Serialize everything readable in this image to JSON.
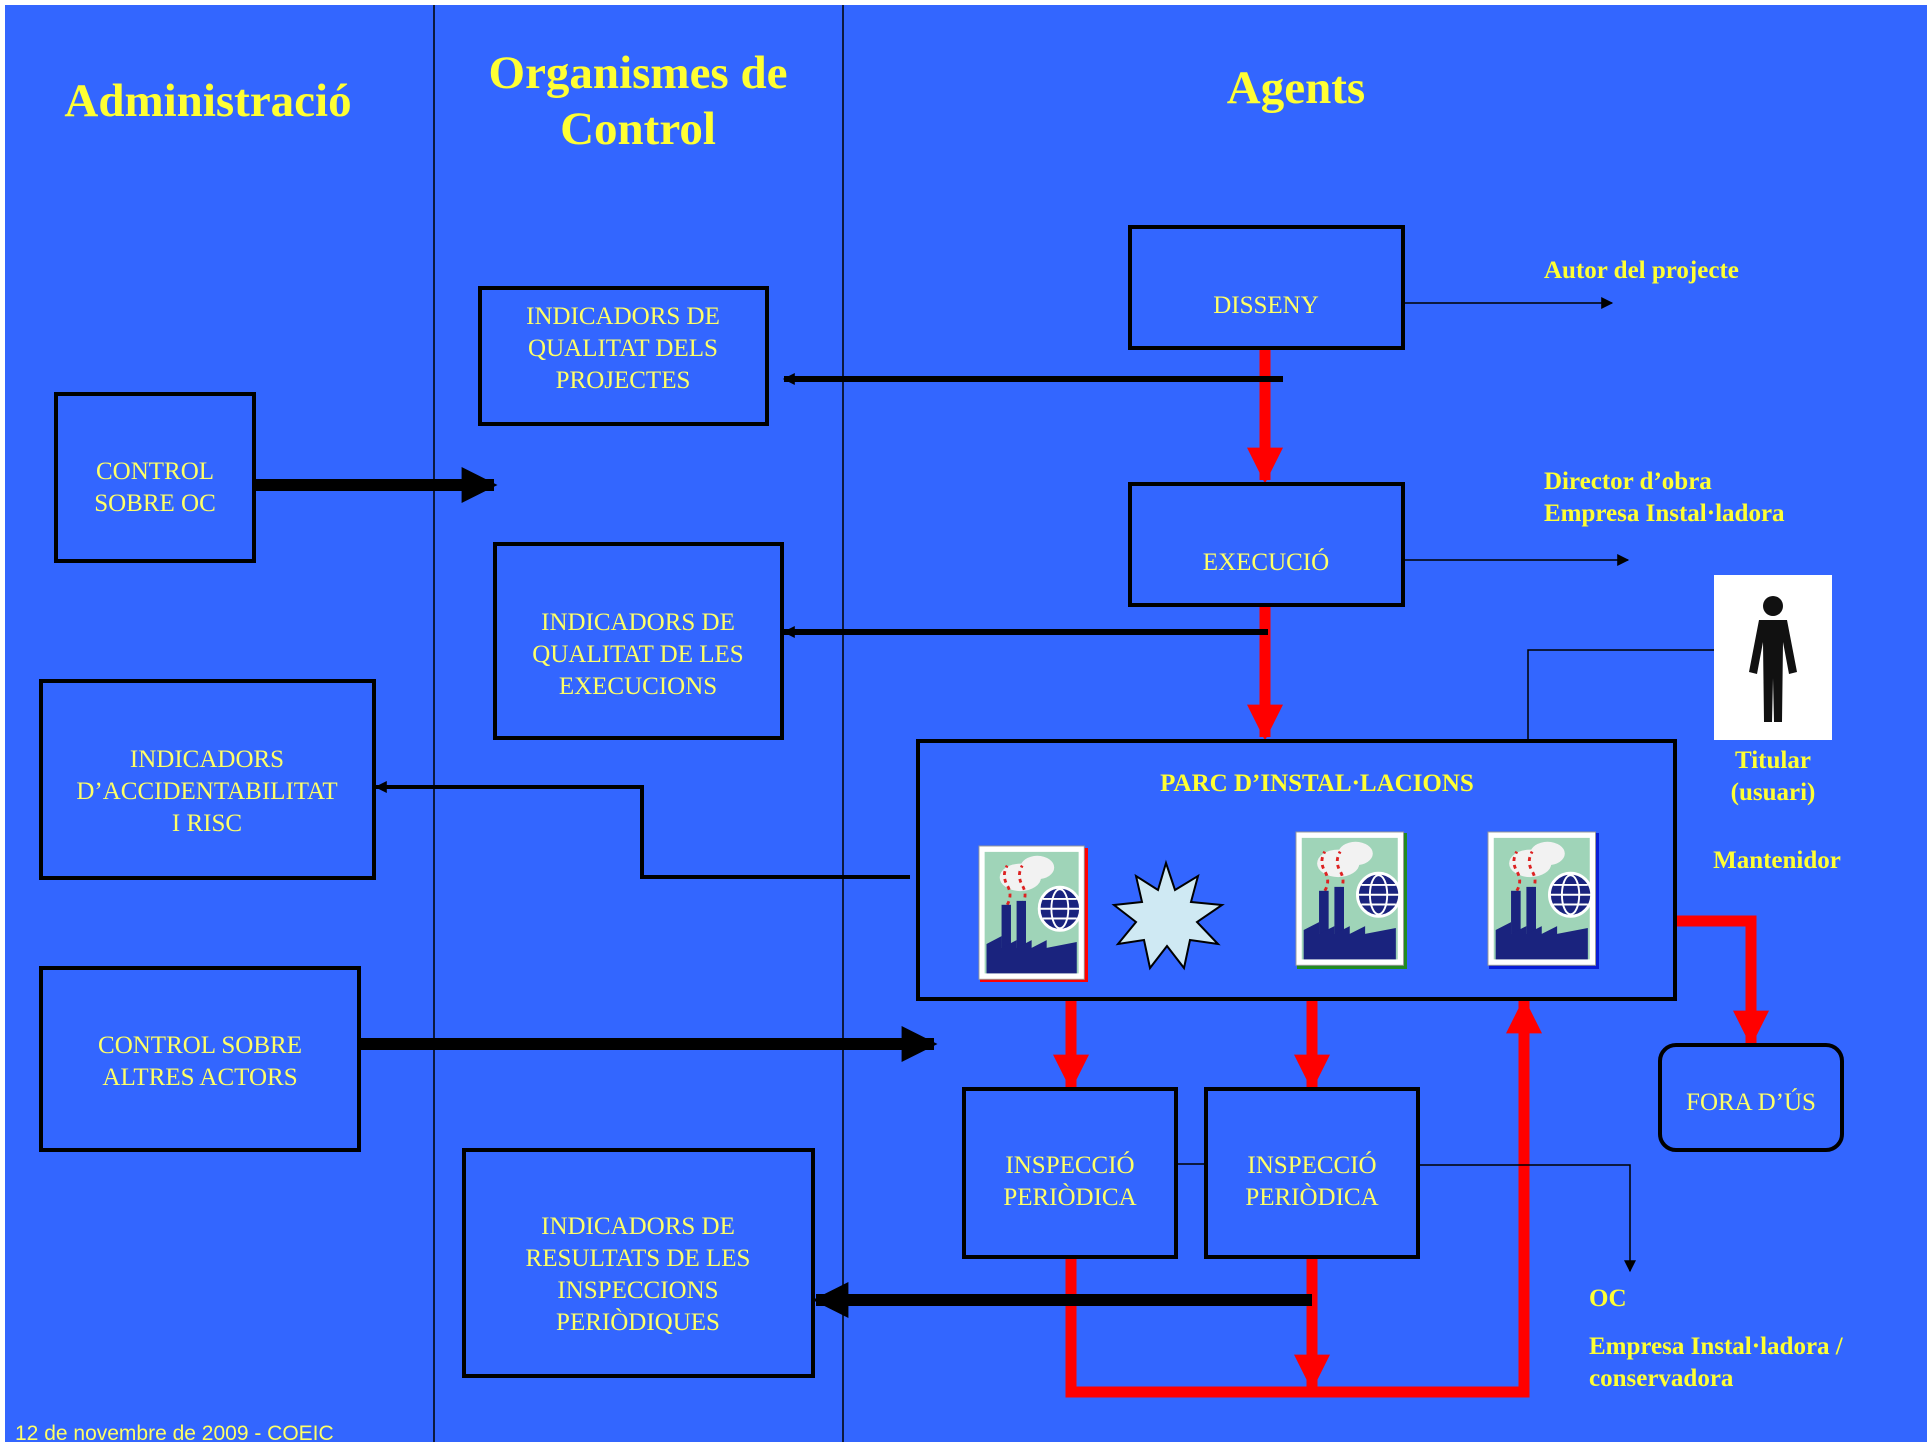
{
  "headers": {
    "administracio": "Administració",
    "organismes": [
      "Organismes de",
      "Control"
    ],
    "agents": "Agents"
  },
  "boxes": {
    "control_oc": [
      "CONTROL",
      "SOBRE OC"
    ],
    "indicadors_accident": [
      "INDICADORS",
      "D’ACCIDENTABILITAT",
      "I RISC"
    ],
    "control_altres": [
      "CONTROL SOBRE",
      "ALTRES ACTORS"
    ],
    "indicadors_projectes": [
      "INDICADORS DE",
      "QUALITAT DELS",
      "PROJECTES"
    ],
    "indicadors_execucions": [
      "INDICADORS DE",
      "QUALITAT DE LES",
      "EXECUCIONS"
    ],
    "indicadors_inspeccions": [
      "INDICADORS DE",
      "RESULTATS DE LES",
      "INSPECCIONS",
      "PERIÒDIQUES"
    ],
    "disseny": "DISSENY",
    "execucio": "EXECUCIÓ",
    "parc_title": "PARC D’INSTAL·LACIONS",
    "inspeccio_1": [
      "INSPECCIÓ",
      "PERIÒDICA"
    ],
    "inspeccio_2": [
      "INSPECCIÓ",
      "PERIÒDICA"
    ],
    "fora_us": "FORA D’ÚS"
  },
  "labels": {
    "autor": "Autor del projecte",
    "director": [
      "Director d’obra",
      "Empresa Instal·ladora"
    ],
    "titular": [
      "Titular",
      "(usuari)"
    ],
    "mantenidor": "Mantenidor",
    "oc": "OC",
    "empresa_conservadora": [
      "Empresa Instal·ladora /",
      "conservadora"
    ]
  },
  "footer": "12 de novembre de 2009 - COEIC",
  "colors": {
    "background": "#3366ff",
    "heading": "#ffff33",
    "box_text": "#ffff66",
    "flow_arrow": "#ff0000",
    "info_arrow": "#000000"
  },
  "icons": [
    "factory-icon",
    "explosion-icon",
    "person-icon"
  ]
}
